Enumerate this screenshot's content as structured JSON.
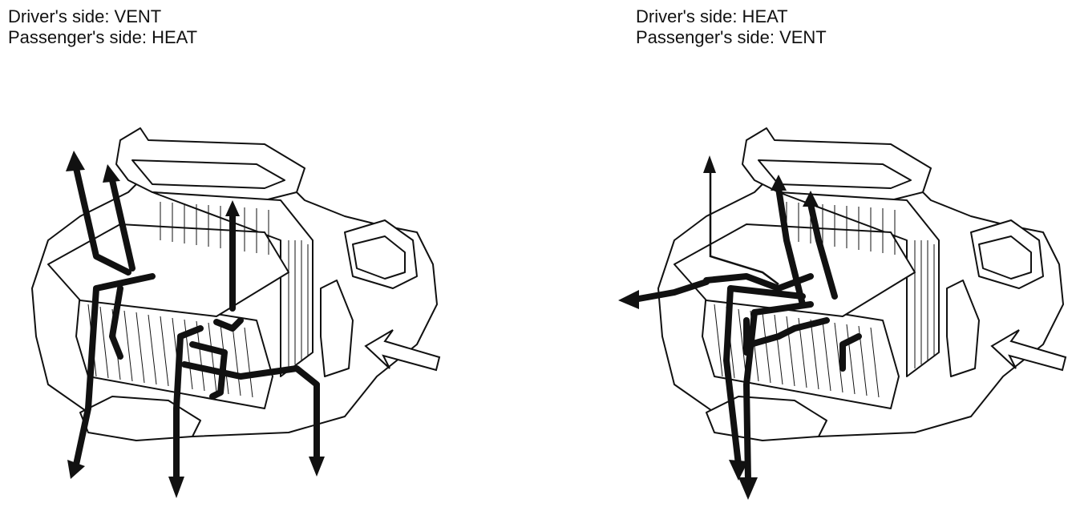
{
  "colors": {
    "line": "#111111",
    "fill": "#ffffff",
    "arrow": "#111111"
  },
  "icons": {
    "heater_unit": "heater-unit-diagram",
    "airflow_arrow": "airflow-arrow-icon",
    "intake_arrow": "intake-arrow-icon"
  },
  "panels": [
    {
      "driver_label": "Driver's side: VENT",
      "passenger_label": "Passenger's side: HEAT"
    },
    {
      "driver_label": "Driver's side: HEAT",
      "passenger_label": "Passenger's side: VENT"
    }
  ]
}
